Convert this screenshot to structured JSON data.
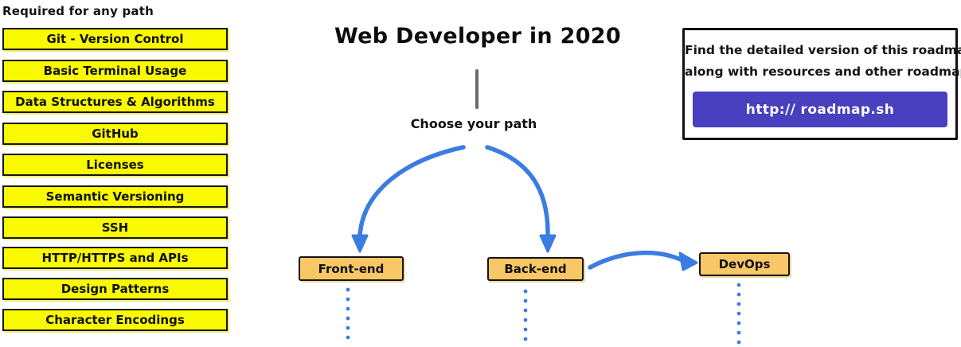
{
  "colors": {
    "topic_yellow": "#F9F900",
    "node_orange": "#F8C766",
    "arrow_blue": "#3B7CE2",
    "button_purple": "#4840BF",
    "border_black": "#141414",
    "stem_gray": "#6A6A6A"
  },
  "sidebar": {
    "heading": "Required for any path",
    "items": [
      "Git - Version Control",
      "Basic Terminal Usage",
      "Data Structures & Algorithms",
      "GitHub",
      "Licenses",
      "Semantic Versioning",
      "SSH",
      "HTTP/HTTPS and APIs",
      "Design Patterns",
      "Character Encodings"
    ]
  },
  "center": {
    "title": "Web Developer in 2020",
    "choose_label": "Choose your path",
    "paths": [
      {
        "label": "Front-end"
      },
      {
        "label": "Back-end"
      },
      {
        "label": "DevOps"
      }
    ]
  },
  "info_box": {
    "line1": "Find the detailed version of this roadmap",
    "line2": "along with resources and other roadmaps",
    "button_label": "http:// roadmap.sh"
  }
}
